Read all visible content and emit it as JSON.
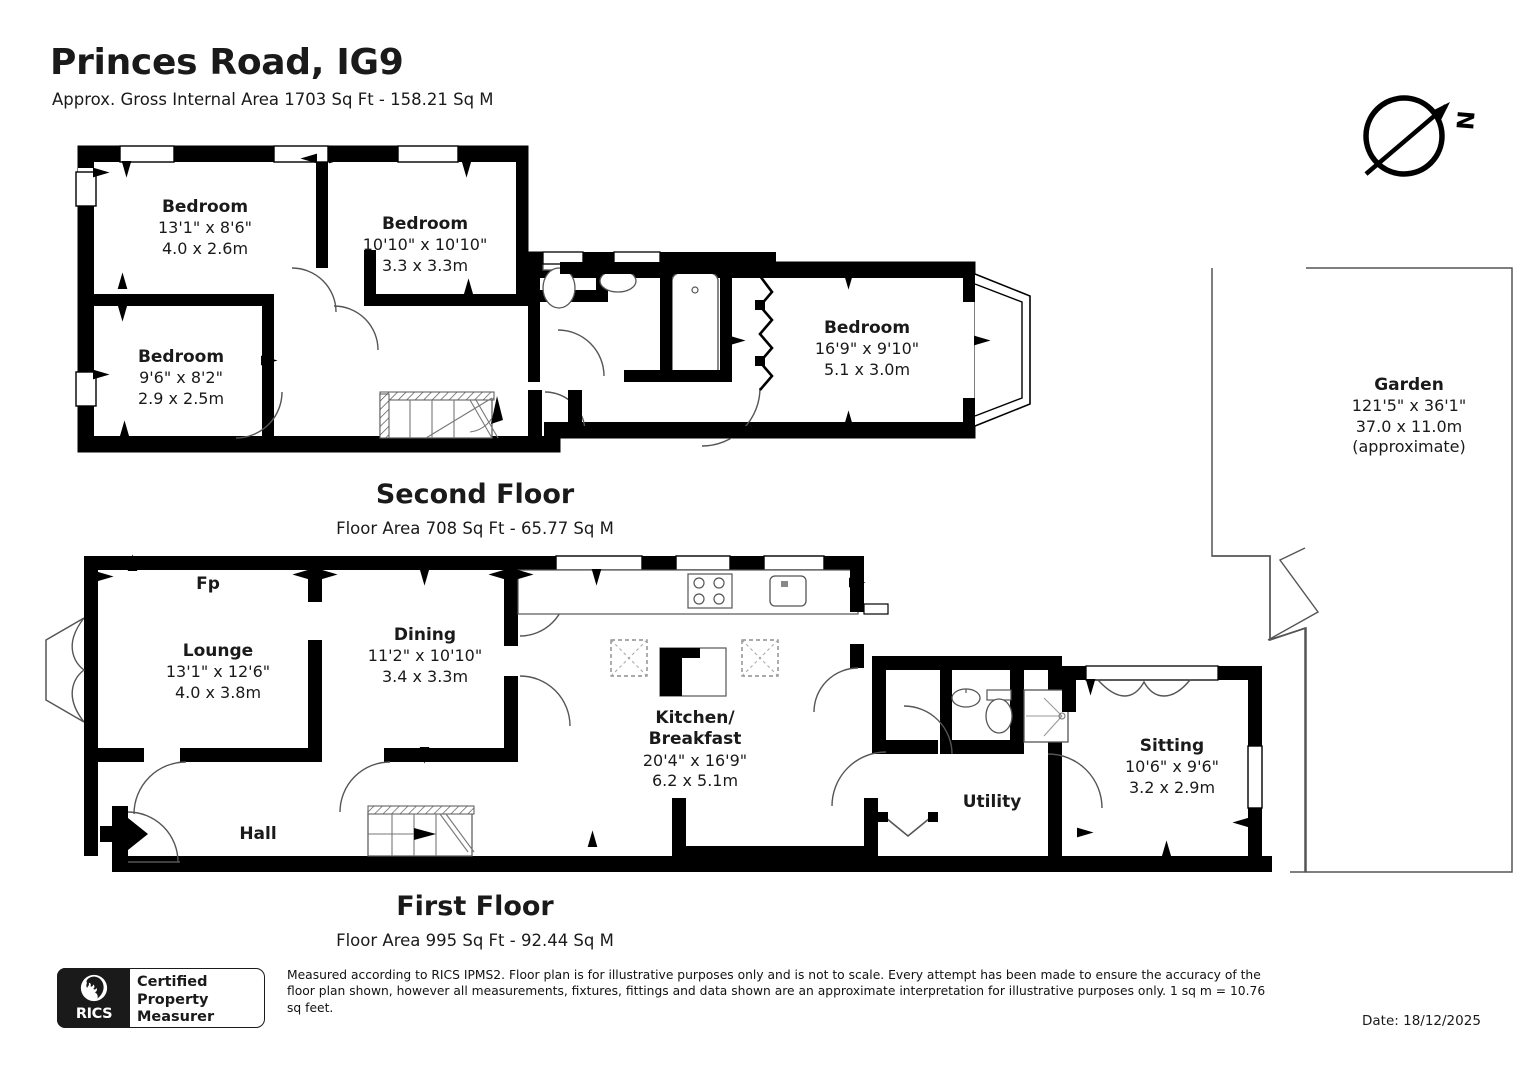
{
  "header": {
    "title": "Princes Road, IG9",
    "subtitle": "Approx. Gross Internal Area 1703 Sq Ft - 158.21 Sq M"
  },
  "compass": {
    "label": "N"
  },
  "floors": [
    {
      "id": "second",
      "name": "Second Floor",
      "area": "Floor Area 708 Sq Ft - 65.77 Sq M",
      "rooms": [
        {
          "name": "Bedroom",
          "imperial": "13'1\" x 8'6\"",
          "metric": "4.0 x 2.6m"
        },
        {
          "name": "Bedroom",
          "imperial": "10'10\" x 10'10\"",
          "metric": "3.3 x 3.3m"
        },
        {
          "name": "Bedroom",
          "imperial": "9'6\" x 8'2\"",
          "metric": "2.9 x 2.5m"
        },
        {
          "name": "Bedroom",
          "imperial": "16'9\" x 9'10\"",
          "metric": "5.1 x 3.0m"
        }
      ]
    },
    {
      "id": "first",
      "name": "First Floor",
      "area": "Floor Area 995 Sq Ft - 92.44 Sq M",
      "rooms": [
        {
          "name": "Fp",
          "imperial": "",
          "metric": ""
        },
        {
          "name": "Lounge",
          "imperial": "13'1\" x 12'6\"",
          "metric": "4.0 x 3.8m"
        },
        {
          "name": "Dining",
          "imperial": "11'2\" x 10'10\"",
          "metric": "3.4 x 3.3m"
        },
        {
          "name": "Kitchen/\nBreakfast",
          "imperial": "20'4\" x 16'9\"",
          "metric": "6.2 x 5.1m"
        },
        {
          "name": "Utility",
          "imperial": "",
          "metric": ""
        },
        {
          "name": "Sitting",
          "imperial": "10'6\" x 9'6\"",
          "metric": "3.2 x 2.9m"
        },
        {
          "name": "Hall",
          "imperial": "",
          "metric": ""
        }
      ]
    }
  ],
  "outdoor": {
    "name": "Garden",
    "imperial": "121'5\" x 36'1\"",
    "metric": "37.0 x 11.0m",
    "note": "(approximate)"
  },
  "footer": {
    "disclaimer_line1": "Measured according to RICS IPMS2. Floor plan is for illustrative purposes only and is not to scale. Every attempt has been made to ensure the accuracy of the floor plan shown,",
    "disclaimer_line2": "however all measurements, fixtures, fittings and data shown are an approximate interpretation for illustrative purposes only. 1 sq m = 10.76 sq feet.",
    "date": "Date: 18/12/2025",
    "rics_badge_name": "RICS",
    "rics_badge_text_line1": "Certified",
    "rics_badge_text_line2": "Property",
    "rics_badge_text_line3": "Measurer"
  },
  "colors": {
    "wall": "#000000",
    "paper": "#ffffff",
    "thin": "#4d4d4d"
  }
}
